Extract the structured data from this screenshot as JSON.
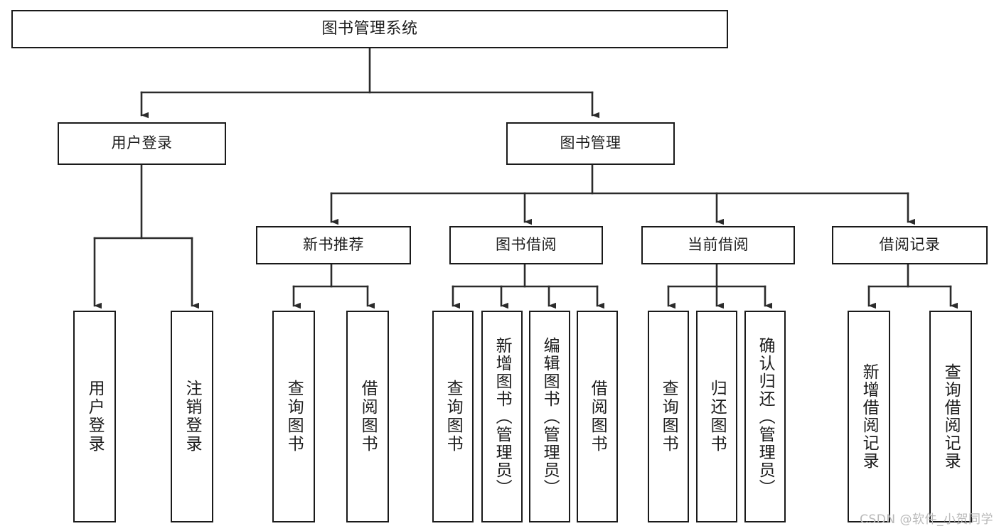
{
  "diagram": {
    "title": "图书管理系统",
    "type": "tree-hierarchy",
    "watermark": "CSDN @软件_小贺同学",
    "colors": {
      "box_border": "#1a1a1a",
      "box_fill": "#ffffff",
      "edge": "#2b2b2b",
      "text": "#1c1c1c",
      "watermark": "#b9b9b9",
      "background": "#ffffff"
    },
    "levels": {
      "root": {
        "label": "图书管理系统"
      },
      "level2": [
        {
          "id": "user-login",
          "label": "用户登录"
        },
        {
          "id": "book-manage",
          "label": "图书管理"
        }
      ],
      "level3": [
        {
          "id": "new-book-recommend",
          "label": "新书推荐",
          "parent": "book-manage"
        },
        {
          "id": "book-borrow",
          "label": "图书借阅",
          "parent": "book-manage"
        },
        {
          "id": "current-borrow",
          "label": "当前借阅",
          "parent": "book-manage"
        },
        {
          "id": "borrow-record",
          "label": "借阅记录",
          "parent": "book-manage"
        }
      ],
      "level4": [
        {
          "id": "leaf-user-login",
          "label": "用户登录",
          "parent": "user-login"
        },
        {
          "id": "leaf-logout-login",
          "label": "注销登录",
          "parent": "user-login"
        },
        {
          "id": "leaf-query-book-1",
          "label": "查询图书",
          "parent": "new-book-recommend"
        },
        {
          "id": "leaf-borrow-book-1",
          "label": "借阅图书",
          "parent": "new-book-recommend"
        },
        {
          "id": "leaf-query-book-2",
          "label": "查询图书",
          "parent": "book-borrow"
        },
        {
          "id": "leaf-add-book",
          "label": "新增图书（管理员）",
          "parent": "book-borrow"
        },
        {
          "id": "leaf-edit-book",
          "label": "编辑图书（管理员）",
          "parent": "book-borrow"
        },
        {
          "id": "leaf-borrow-book-2",
          "label": "借阅图书",
          "parent": "book-borrow"
        },
        {
          "id": "leaf-query-book-3",
          "label": "查询图书",
          "parent": "current-borrow"
        },
        {
          "id": "leaf-return-book",
          "label": "归还图书",
          "parent": "current-borrow"
        },
        {
          "id": "leaf-confirm-return",
          "label": "确认归还（管理员）",
          "parent": "current-borrow"
        },
        {
          "id": "leaf-add-record",
          "label": "新增借阅记录",
          "parent": "borrow-record"
        },
        {
          "id": "leaf-query-record",
          "label": "查询借阅记录",
          "parent": "borrow-record"
        }
      ]
    }
  }
}
